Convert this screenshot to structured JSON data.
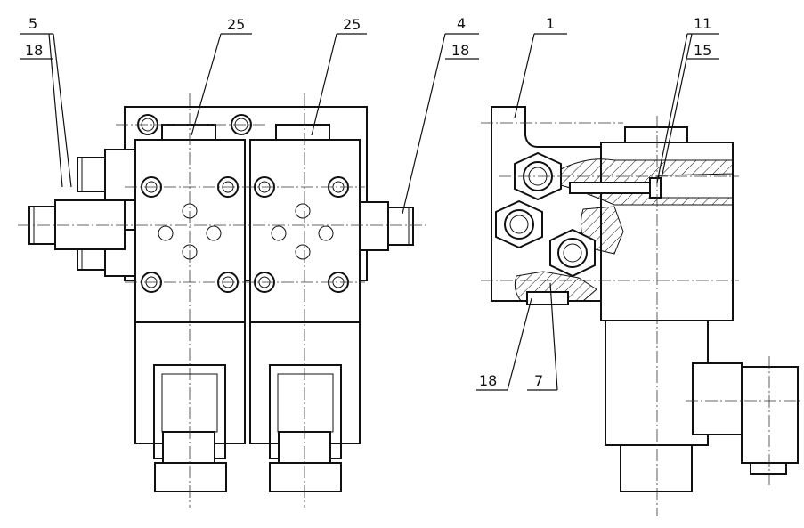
{
  "labels": {
    "left_top": "5",
    "left_bottom": "18",
    "valve_a": "25",
    "valve_b": "25",
    "right_top": "4",
    "right_bottom": "18",
    "body": "1",
    "pin_top": "11",
    "pin_bottom": "15",
    "plug_seal": "18",
    "plug": "7"
  }
}
